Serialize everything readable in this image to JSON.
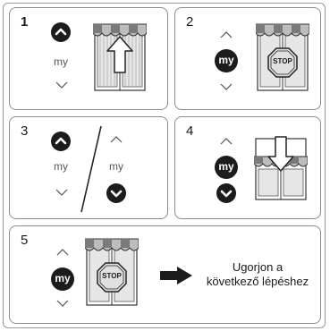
{
  "steps": [
    {
      "number": "1",
      "button": "up",
      "label": "my",
      "shade_overlay": "up-arrow"
    },
    {
      "number": "2",
      "button": "my",
      "label": "my",
      "shade_overlay": "stop-sign",
      "stop_text": "STOP"
    },
    {
      "number": "3",
      "left": {
        "button": "up",
        "label": "my"
      },
      "right": {
        "button": "down",
        "label": "my"
      }
    },
    {
      "number": "4",
      "buttons": [
        "my",
        "down"
      ],
      "label": "my",
      "shade_overlay": "down-arrow"
    },
    {
      "number": "5",
      "button": "my",
      "label": "my",
      "shade_overlay": "stop-sign",
      "stop_text": "STOP",
      "caption_line1": "Ugorjon a",
      "caption_line2": "következő lépéshez"
    }
  ],
  "colors": {
    "panel_border": "#8c8c8c",
    "button": "#1c1c1c",
    "stop_red": "#e0e0e0",
    "stripe": "#bdbdbd"
  },
  "icons": [
    "up-button-icon",
    "down-button-icon",
    "chevron-up-icon",
    "chevron-down-icon",
    "stop-sign-icon",
    "right-arrow-icon",
    "awning-icon"
  ]
}
